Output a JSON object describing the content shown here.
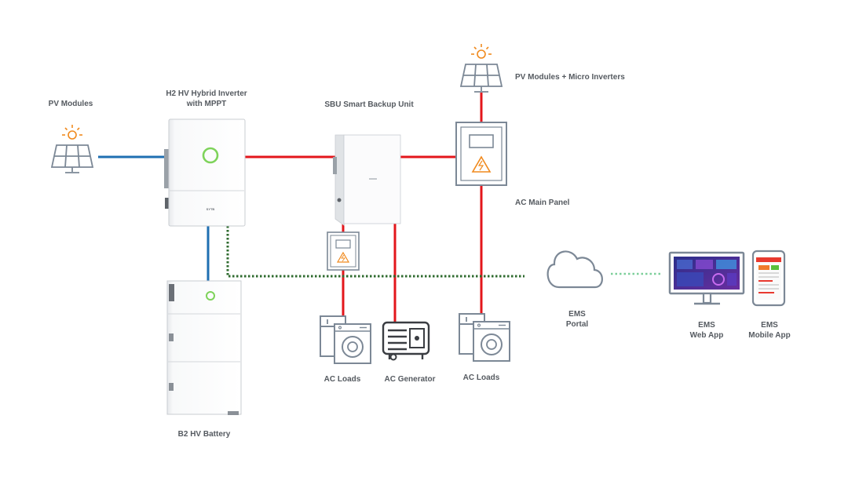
{
  "labels": {
    "pv_modules": "PV Modules",
    "inverter_line1": "H2 HV Hybrid Inverter",
    "inverter_line2": "with MPPT",
    "sbu": "SBU Smart Backup Unit",
    "pv_micro": "PV Modules + Micro Inverters",
    "ac_main_panel": "AC Main Panel",
    "ems_portal_line1": "EMS",
    "ems_portal_line2": "Portal",
    "ems_web_line1": "EMS",
    "ems_web_line2": "Web App",
    "ems_mobile_line1": "EMS",
    "ems_mobile_line2": "Mobile App",
    "ac_loads_left": "AC Loads",
    "ac_generator": "AC Generator",
    "ac_loads_right": "AC Loads",
    "battery": "B2 HV Battery"
  },
  "colors": {
    "ac_line": "#e3161b",
    "dc_line": "#1f6fb2",
    "comm_line": "#2f6b2f",
    "wireless_line": "#7ccf9a",
    "icon_stroke": "#7c8896",
    "solar_orange": "#f08a1e",
    "led_green": "#7ed35a"
  },
  "icons": {
    "pv_left": "solar-panel-icon",
    "pv_top": "solar-panel-icon",
    "cloud": "cloud-icon",
    "monitor": "monitor-icon",
    "phone": "phone-icon",
    "washer": "washer-fridge-icon",
    "generator": "generator-icon",
    "panel": "electrical-panel-icon"
  },
  "device_marks": {
    "inverter_brand": "SYTB"
  }
}
